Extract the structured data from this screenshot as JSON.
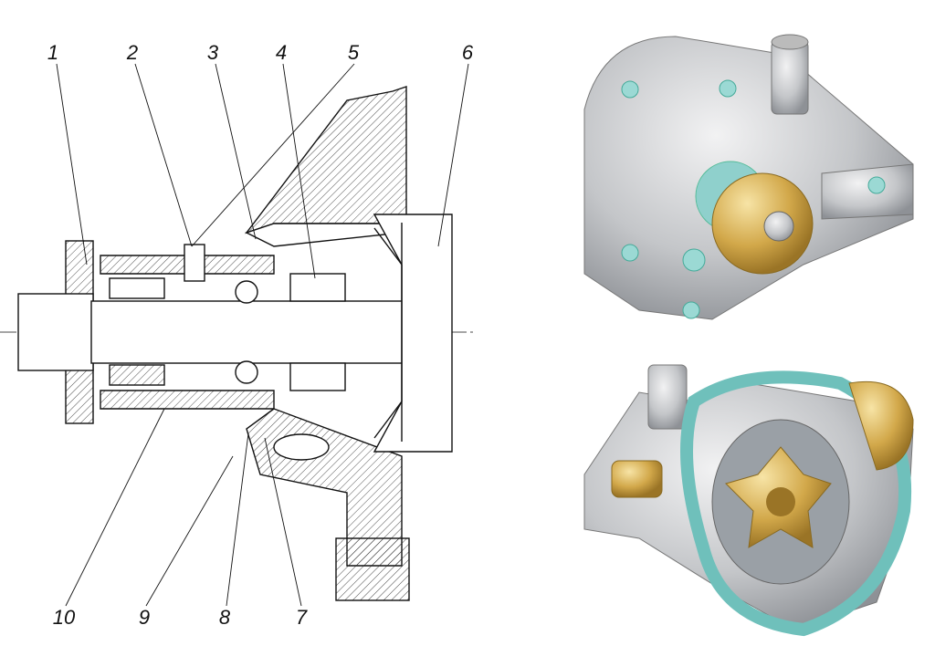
{
  "diagram": {
    "callouts_top": [
      "1",
      "2",
      "3",
      "4",
      "5",
      "6"
    ],
    "callouts_bottom": [
      "10",
      "9",
      "8",
      "7"
    ]
  },
  "colors": {
    "housing": "#c9cbce",
    "gasket": "#7fc8c4",
    "brass": "#d2a84a",
    "line": "#111111"
  }
}
